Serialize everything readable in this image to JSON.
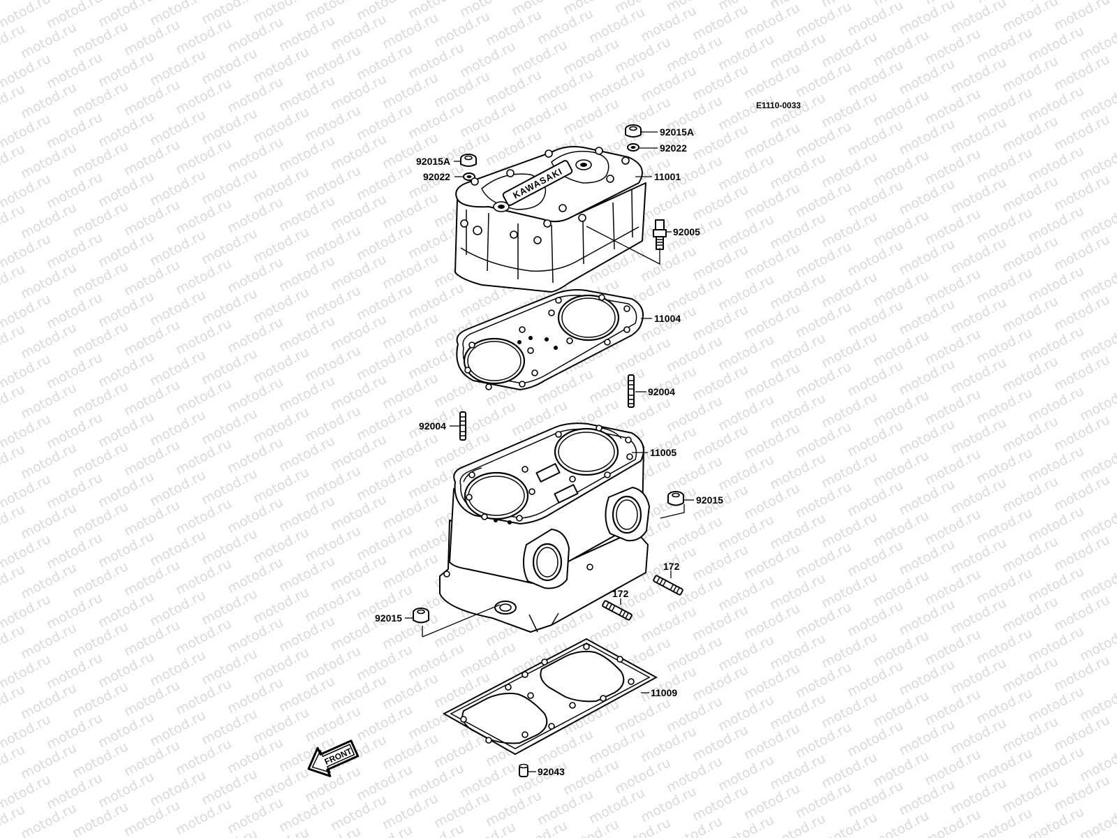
{
  "diagram": {
    "ref_code": "E1110-0033",
    "watermark_text": "motod.ru",
    "front_label": "FRONT",
    "head_logo": "KAWASAKI",
    "callouts": {
      "nut_right": "92015A",
      "washer_right": "92022",
      "nut_left": "92015A",
      "washer_left": "92022",
      "cylinder_head": "11001",
      "fitting": "92005",
      "head_gasket": "11004",
      "stud_right": "92004",
      "stud_left": "92004",
      "cylinder": "11005",
      "nut_cyl_right": "92015",
      "stud_a": "172",
      "stud_b": "172",
      "nut_cyl_left": "92015",
      "base_gasket": "11009",
      "dowel": "92043"
    }
  }
}
